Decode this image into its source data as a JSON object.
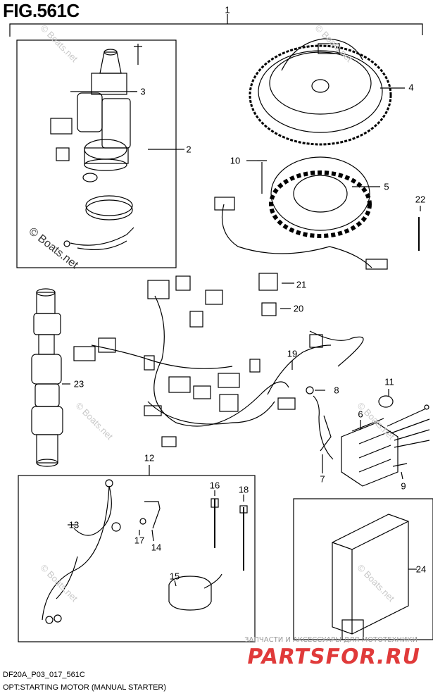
{
  "figure_title": "FIG.561C",
  "footer": {
    "code": "DF20A_P03_017_561C",
    "caption": "OPT:STARTING MOTOR (MANUAL STARTER)"
  },
  "watermarks": {
    "site": "© Boats.net",
    "site_small": "© Boats.net",
    "ru_top": "ЗАПЧАСТИ И АКСЕССУАРЫ ДЛЯ МОТОТЕХНИКИ",
    "ru_brand": "PARTSFOR.RU"
  },
  "callouts": [
    "1",
    "2",
    "3",
    "4",
    "5",
    "6",
    "7",
    "8",
    "9",
    "10",
    "11",
    "12",
    "13",
    "14",
    "15",
    "16",
    "17",
    "18",
    "19",
    "20",
    "21",
    "22",
    "23",
    "24"
  ],
  "parts": [
    {
      "icon": "starting-motor-icon"
    },
    {
      "icon": "flywheel-icon"
    },
    {
      "icon": "stator-icon"
    },
    {
      "icon": "camshaft-icon"
    },
    {
      "icon": "wire-harness-icon"
    },
    {
      "icon": "rectifier-regulator-icon"
    },
    {
      "icon": "ecm-unit-icon"
    },
    {
      "icon": "battery-cable-icon"
    },
    {
      "icon": "relay-icon"
    },
    {
      "icon": "cable-tie-icon"
    },
    {
      "icon": "grommet-icon"
    }
  ]
}
